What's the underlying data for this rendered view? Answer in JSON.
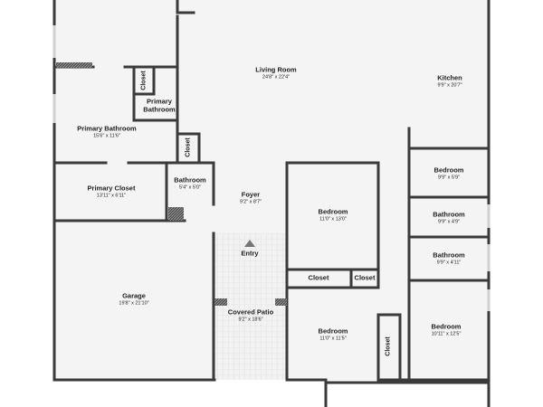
{
  "rooms": {
    "living_room": {
      "name": "Living Room",
      "dims": "24'8\" x 22'4\""
    },
    "kitchen": {
      "name": "Kitchen",
      "dims": "9'9\" x 20'7\""
    },
    "primary_bathroom": {
      "name": "Primary Bathroom",
      "dims": "15'6\" x 11'6\""
    },
    "primary_bathroom_small": {
      "name": "Primary\nBathroom"
    },
    "closet_top": {
      "name": "Closet"
    },
    "closet_mid": {
      "name": "Closet"
    },
    "primary_closet": {
      "name": "Primary Closet",
      "dims": "13'11\" x 6'11\""
    },
    "bathroom_small": {
      "name": "Bathroom",
      "dims": "5'4\" x 5'0\""
    },
    "foyer": {
      "name": "Foyer",
      "dims": "9'2\" x 8'7\""
    },
    "bedroom_center": {
      "name": "Bedroom",
      "dims": "11'0\" x 13'0\""
    },
    "bedroom_right_top": {
      "name": "Bedroom",
      "dims": "9'9\" x 5'9\""
    },
    "bathroom_right_1": {
      "name": "Bathroom",
      "dims": "9'9\" x 4'9\""
    },
    "bathroom_right_2": {
      "name": "Bathroom",
      "dims": "9'9\" x 4'11\""
    },
    "entry": {
      "name": "Entry"
    },
    "closet_left": {
      "name": "Closet"
    },
    "closet_right": {
      "name": "Closet"
    },
    "garage": {
      "name": "Garage",
      "dims": "19'8\" x 21'10\""
    },
    "covered_patio": {
      "name": "Covered Patio",
      "dims": "9'2\" x 18'6\""
    },
    "bedroom_bottom": {
      "name": "Bedroom",
      "dims": "11'0\" x 11'5\""
    },
    "closet_bottom": {
      "name": "Closet"
    },
    "bedroom_bottom_right": {
      "name": "Bedroom",
      "dims": "10'11\" x 12'5\""
    }
  }
}
